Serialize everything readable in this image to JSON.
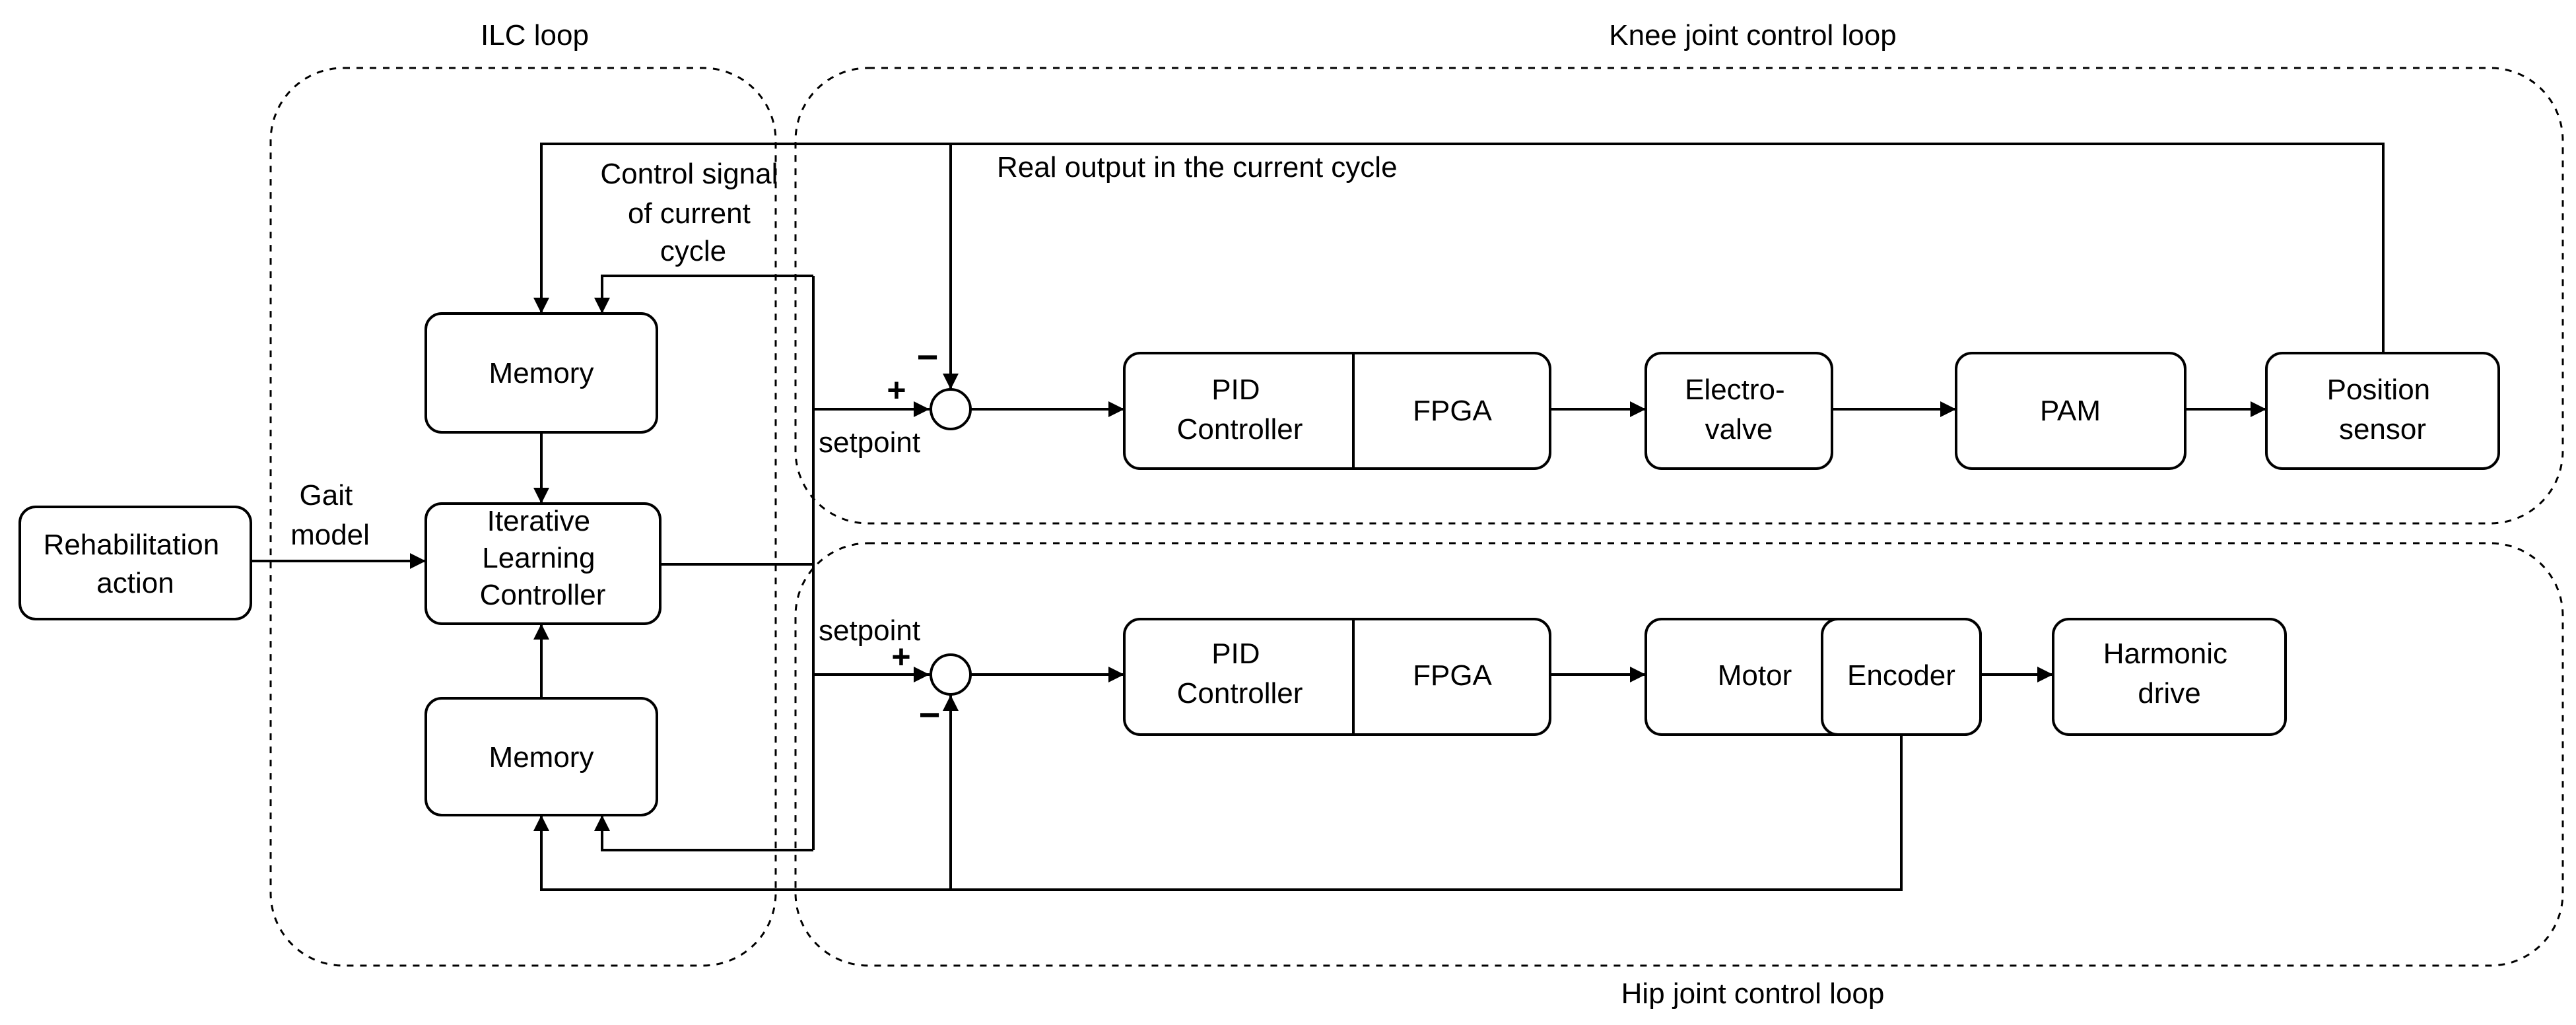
{
  "groups": {
    "ilc": "ILC loop",
    "knee": "Knee joint control loop",
    "hip": "Hip joint control loop"
  },
  "blocks": {
    "rehab": [
      "Rehabilitation",
      "action"
    ],
    "memory_top": "Memory",
    "ilc_ctrl": [
      "Iterative",
      "Learning",
      "Controller"
    ],
    "memory_bottom": "Memory",
    "knee_pid": [
      "PID",
      "Controller"
    ],
    "knee_fpga": "FPGA",
    "electrovalve": [
      "Electro-",
      "valve"
    ],
    "pam": "PAM",
    "position_sensor": [
      "Position",
      "sensor"
    ],
    "hip_pid": [
      "PID",
      "Controller"
    ],
    "hip_fpga": "FPGA",
    "motor": "Motor",
    "encoder": "Encoder",
    "harmonic_drive": [
      "Harmonic",
      "drive"
    ]
  },
  "labels": {
    "gait_model": [
      "Gait",
      "model"
    ],
    "control_signal": [
      "Control signal",
      "of current",
      "cycle"
    ],
    "real_output": "Real output in the current cycle",
    "knee_setpoint": "setpoint",
    "hip_setpoint": "setpoint",
    "plus": "+",
    "minus": "−"
  }
}
